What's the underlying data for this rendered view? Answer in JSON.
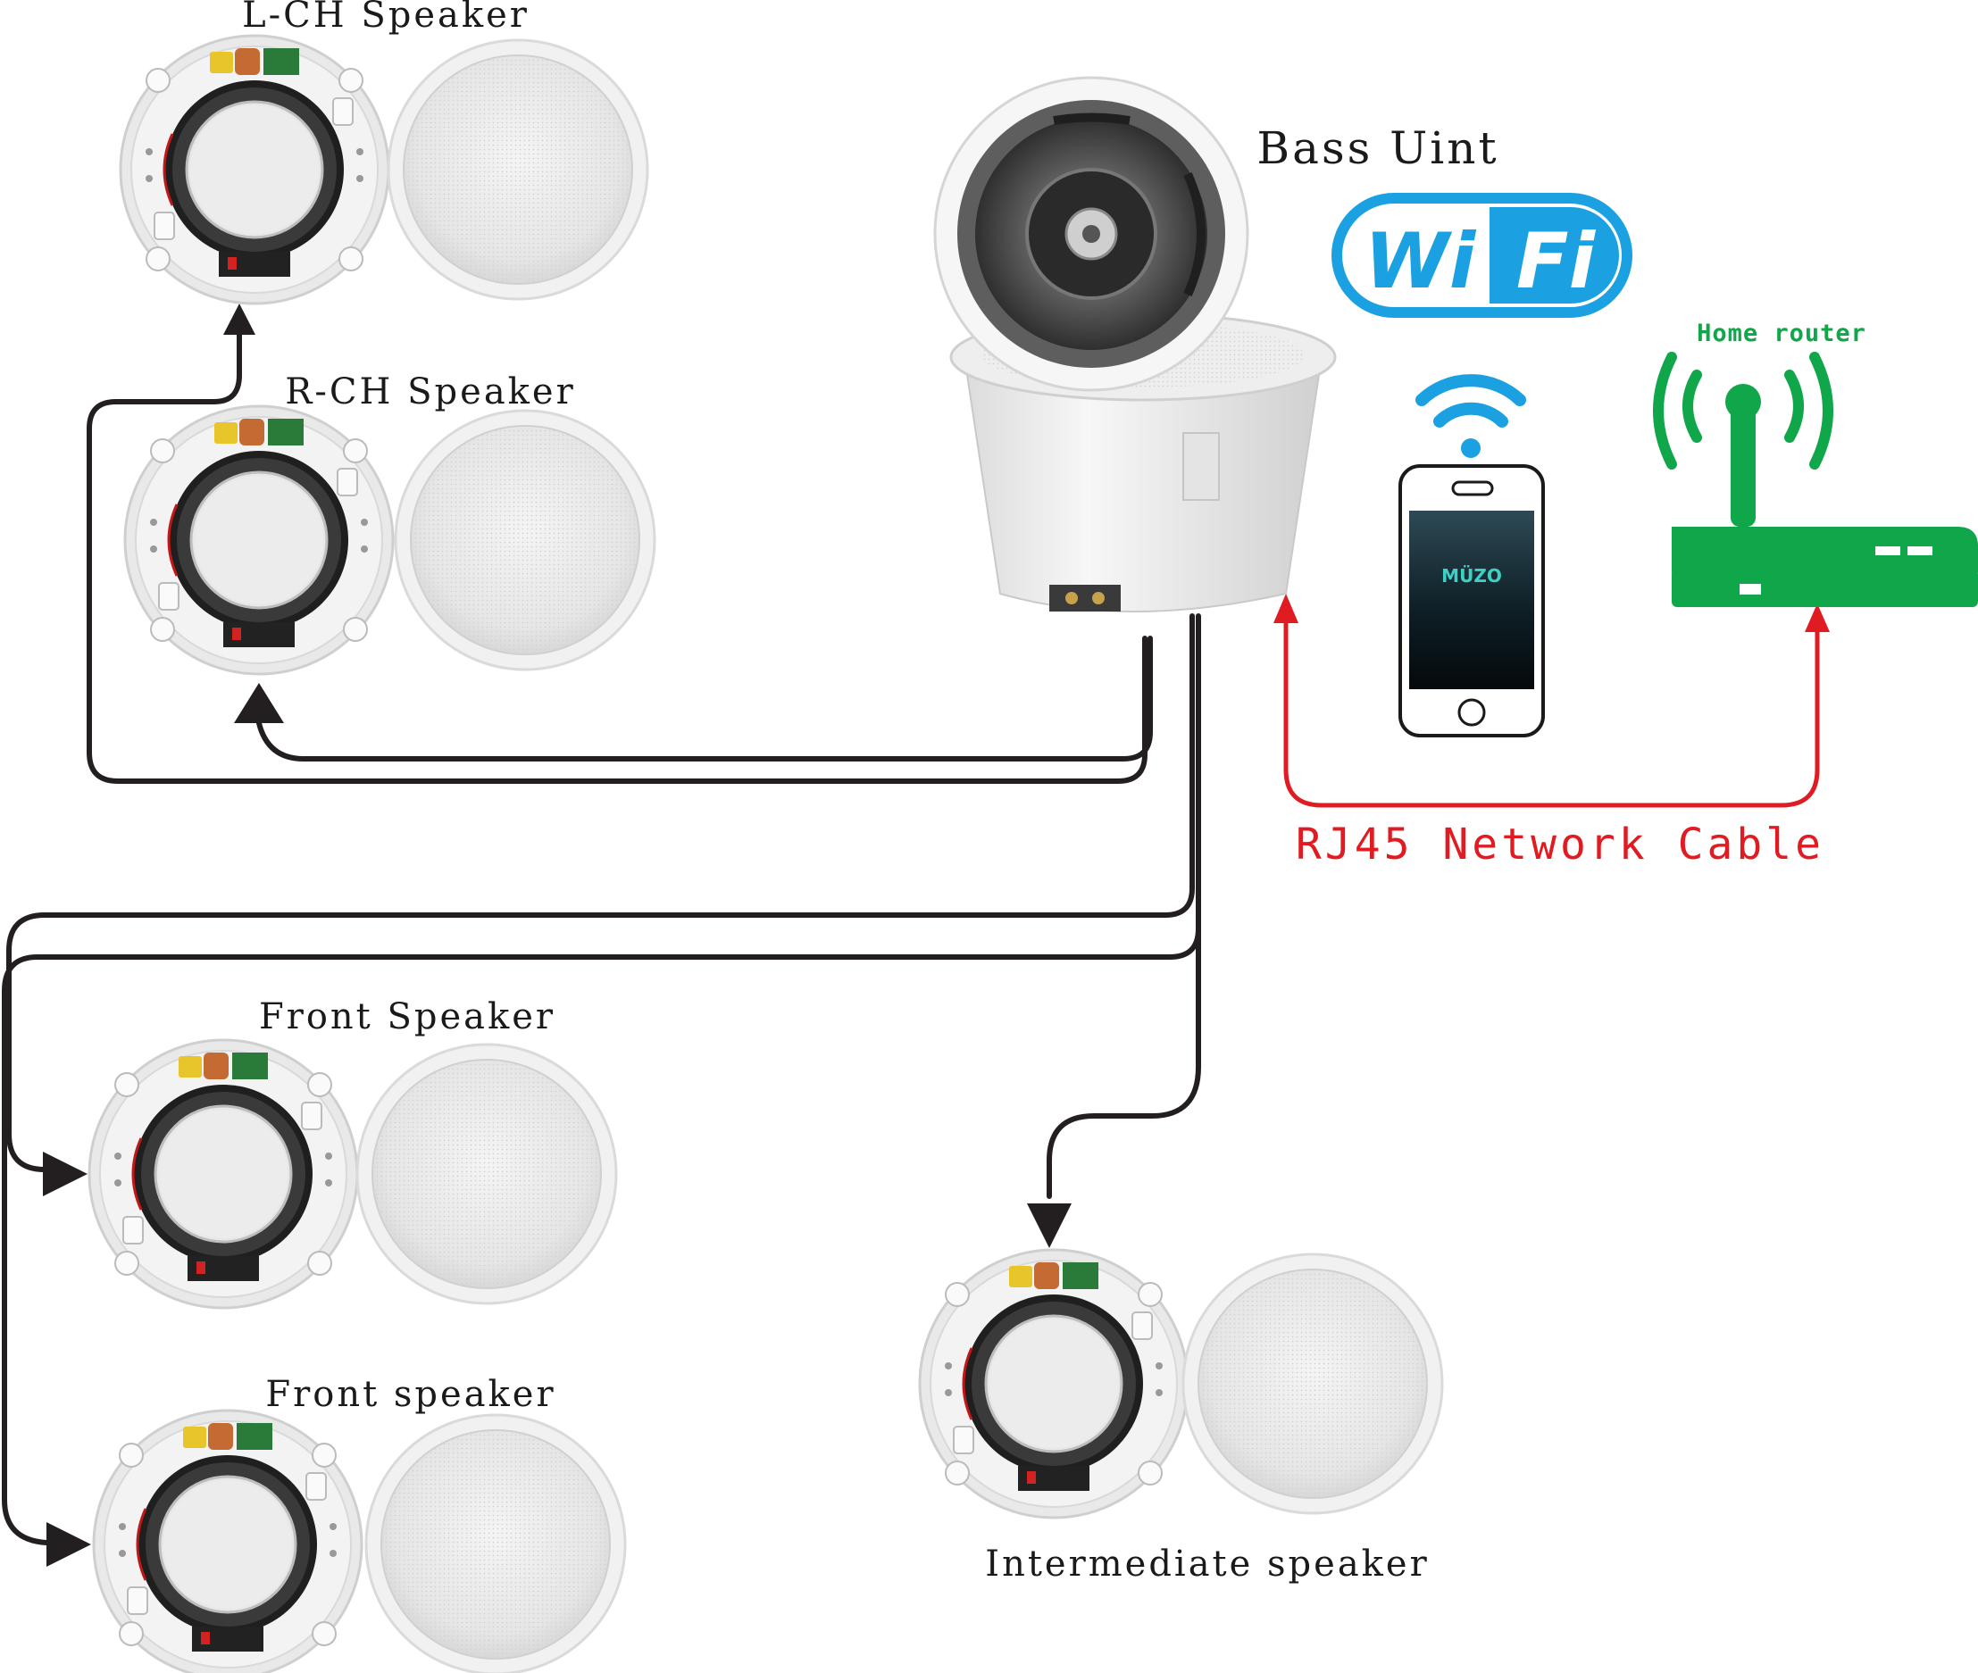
{
  "labels": {
    "lch": "L-CH Speaker",
    "rch": "R-CH Speaker",
    "bass": "Bass Uint",
    "front1": "Front Speaker",
    "front2": "Front speaker",
    "intermediate": "Intermediate speaker",
    "router": "Home router",
    "cable": "RJ45 Network Cable"
  },
  "wifi_badge": {
    "left": "Wi",
    "right": "Fi"
  },
  "phone_app": "MÜZO",
  "colors": {
    "wire": "#231f20",
    "cable": "#e11b22",
    "router": "#10a64a",
    "wifi": "#1ba1e2"
  },
  "icons": [
    "speaker-open-icon",
    "speaker-grille-icon",
    "subwoofer-icon",
    "wifi-logo-icon",
    "wifi-signal-icon",
    "smartphone-icon",
    "router-icon"
  ]
}
